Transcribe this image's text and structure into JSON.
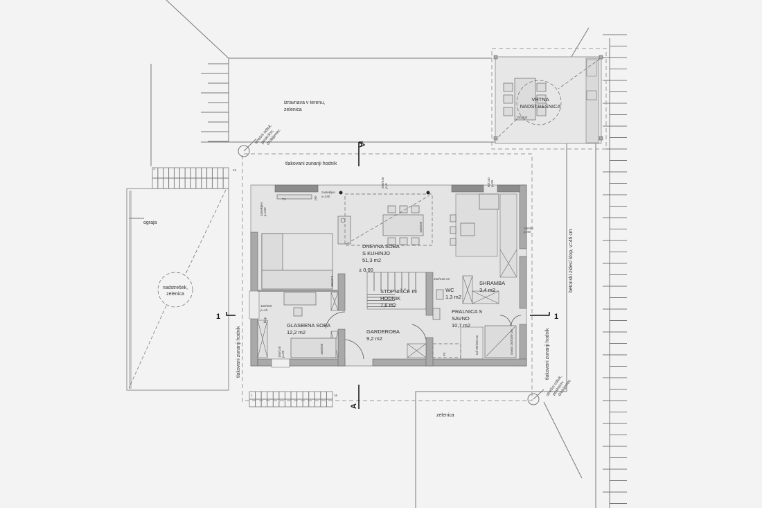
{
  "plan": {
    "site_labels": {
      "terrain_1": "izravnava v terenu,",
      "terrain_2": "zelenica",
      "path_top": "tlakovani zunanji hodnik",
      "path_left": "tlakovani zunanji hodnik",
      "path_right": "tlakovani zunanji hodnik",
      "drain_tl": [
        "strešni odtok,",
        "peskolov,",
        "drobljenec"
      ],
      "drain_br": [
        "strešni odtok,",
        "peskolov,",
        "drobljenec"
      ],
      "fence": "ograja",
      "canopy_1": "nadstrešek,",
      "canopy_2": "zelenica",
      "greenery_bottom": "zelenica",
      "bench_wall": "betonski zidec/ klop, v=45 cm"
    },
    "garden_pavilion": {
      "name_1": "VRTNA",
      "name_2": "NADSTREŠNICA",
      "table": "100/200"
    },
    "rooms": [
      {
        "name_1": "DNEVNA SOBA",
        "name_2": "S KUHINJO",
        "area": "51,3 m2"
      },
      {
        "name_1": "STOPNIŠČE IN",
        "name_2": "HODNIK",
        "area": "7,6 m2"
      },
      {
        "name_1": "WC",
        "area": "1,3 m2"
      },
      {
        "name_1": "SHRAMBA",
        "area": "3,4 m2"
      },
      {
        "name_1": "PRALNICA S",
        "name_2": "SAVNO",
        "area": "10,7 m2"
      },
      {
        "name_1": "GLASBENA SOBA",
        "area": "12,2 m2"
      },
      {
        "name_1": "GARDEROBA",
        "area": "9,2 m2"
      }
    ],
    "level": "± 0,00",
    "annotations": {
      "glazed_top_1": "zastekljen",
      "glazed_top_2": "v=240",
      "glazed_left_1": "zastekljen",
      "glazed_left_2": "p=240",
      "window_200_1": "200/240",
      "window_200_2": "p=0",
      "window_80_1": "80/140",
      "window_80_2": "p=90",
      "window_160_60_1": "160/60",
      "window_160_60_2": "p=90",
      "window_160_200_1": "160/200",
      "window_160_200_2": "p=40",
      "window_160_140_1": "160/140",
      "window_160_140_2": "p=90",
      "tv": "TV",
      "tv_width": "180",
      "dining_table": "100/200",
      "sofa": "360/272",
      "wc_size": "162/142 cm",
      "shower": "tuš 90/150 cm",
      "sauna": "savna 150/180 cm",
      "bed": "160/200",
      "bench": "klop",
      "p3": "P3"
    },
    "stairs": {
      "start": "1",
      "end": "16"
    },
    "sections": {
      "a": "A",
      "one": "1"
    }
  }
}
